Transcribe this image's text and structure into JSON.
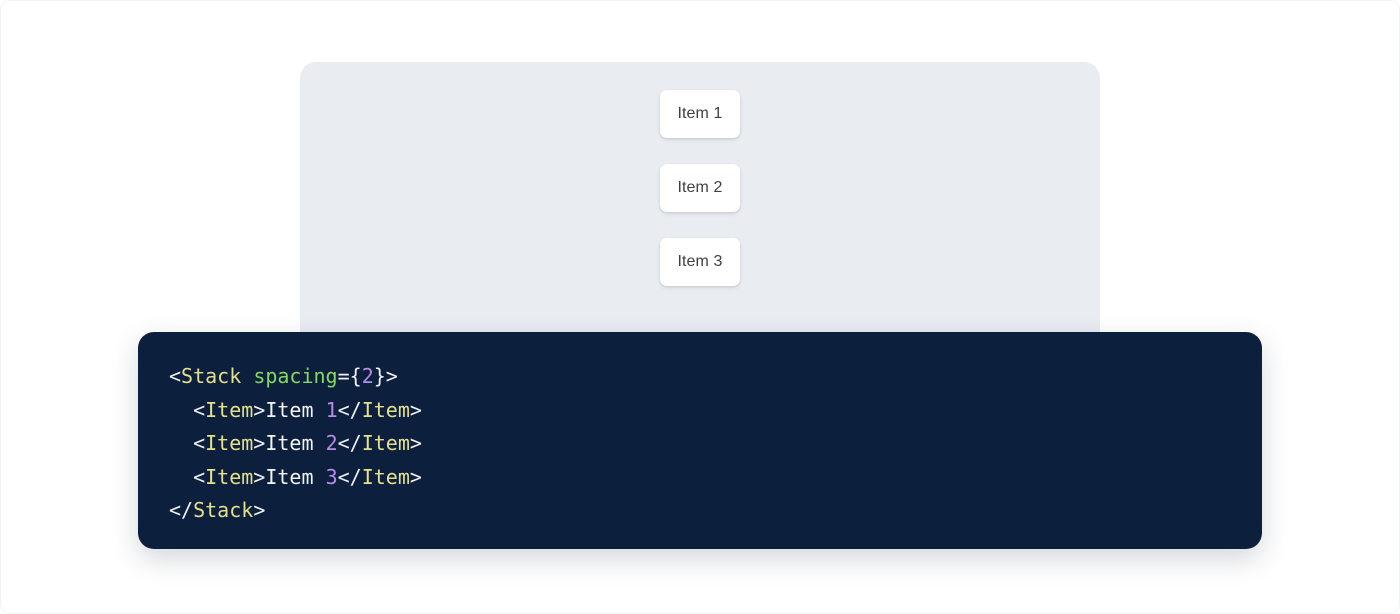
{
  "preview": {
    "name": "stack-preview",
    "background_color": "#e9ecf1",
    "items": [
      {
        "label": "Item 1"
      },
      {
        "label": "Item 2"
      },
      {
        "label": "Item 3"
      }
    ]
  },
  "code": {
    "name": "jsx-code-snippet",
    "language": "jsx",
    "background_color": "#0c1f3d",
    "colors": {
      "punctuation": "#eef1f6",
      "tag": "#e5e08b",
      "attribute": "#83d962",
      "number": "#b68ce8",
      "text": "#f2f4f8"
    },
    "plain_text": "<Stack spacing={2}>\n  <Item>Item 1</Item>\n  <Item>Item 2</Item>\n  <Item>Item 3</Item>\n</Stack>",
    "lines": [
      {
        "tokens": [
          {
            "t": "punct",
            "v": "<"
          },
          {
            "t": "tag",
            "v": "Stack"
          },
          {
            "t": "punct",
            "v": " "
          },
          {
            "t": "attr",
            "v": "spacing"
          },
          {
            "t": "punct",
            "v": "={"
          },
          {
            "t": "num",
            "v": "2"
          },
          {
            "t": "punct",
            "v": "}>"
          }
        ]
      },
      {
        "tokens": [
          {
            "t": "punct",
            "v": "  <"
          },
          {
            "t": "tag",
            "v": "Item"
          },
          {
            "t": "punct",
            "v": ">"
          },
          {
            "t": "text",
            "v": "Item "
          },
          {
            "t": "num",
            "v": "1"
          },
          {
            "t": "punct",
            "v": "</"
          },
          {
            "t": "tag",
            "v": "Item"
          },
          {
            "t": "punct",
            "v": ">"
          }
        ]
      },
      {
        "tokens": [
          {
            "t": "punct",
            "v": "  <"
          },
          {
            "t": "tag",
            "v": "Item"
          },
          {
            "t": "punct",
            "v": ">"
          },
          {
            "t": "text",
            "v": "Item "
          },
          {
            "t": "num",
            "v": "2"
          },
          {
            "t": "punct",
            "v": "</"
          },
          {
            "t": "tag",
            "v": "Item"
          },
          {
            "t": "punct",
            "v": ">"
          }
        ]
      },
      {
        "tokens": [
          {
            "t": "punct",
            "v": "  <"
          },
          {
            "t": "tag",
            "v": "Item"
          },
          {
            "t": "punct",
            "v": ">"
          },
          {
            "t": "text",
            "v": "Item "
          },
          {
            "t": "num",
            "v": "3"
          },
          {
            "t": "punct",
            "v": "</"
          },
          {
            "t": "tag",
            "v": "Item"
          },
          {
            "t": "punct",
            "v": ">"
          }
        ]
      },
      {
        "tokens": [
          {
            "t": "punct",
            "v": "</"
          },
          {
            "t": "tag",
            "v": "Stack"
          },
          {
            "t": "punct",
            "v": ">"
          }
        ]
      }
    ]
  }
}
